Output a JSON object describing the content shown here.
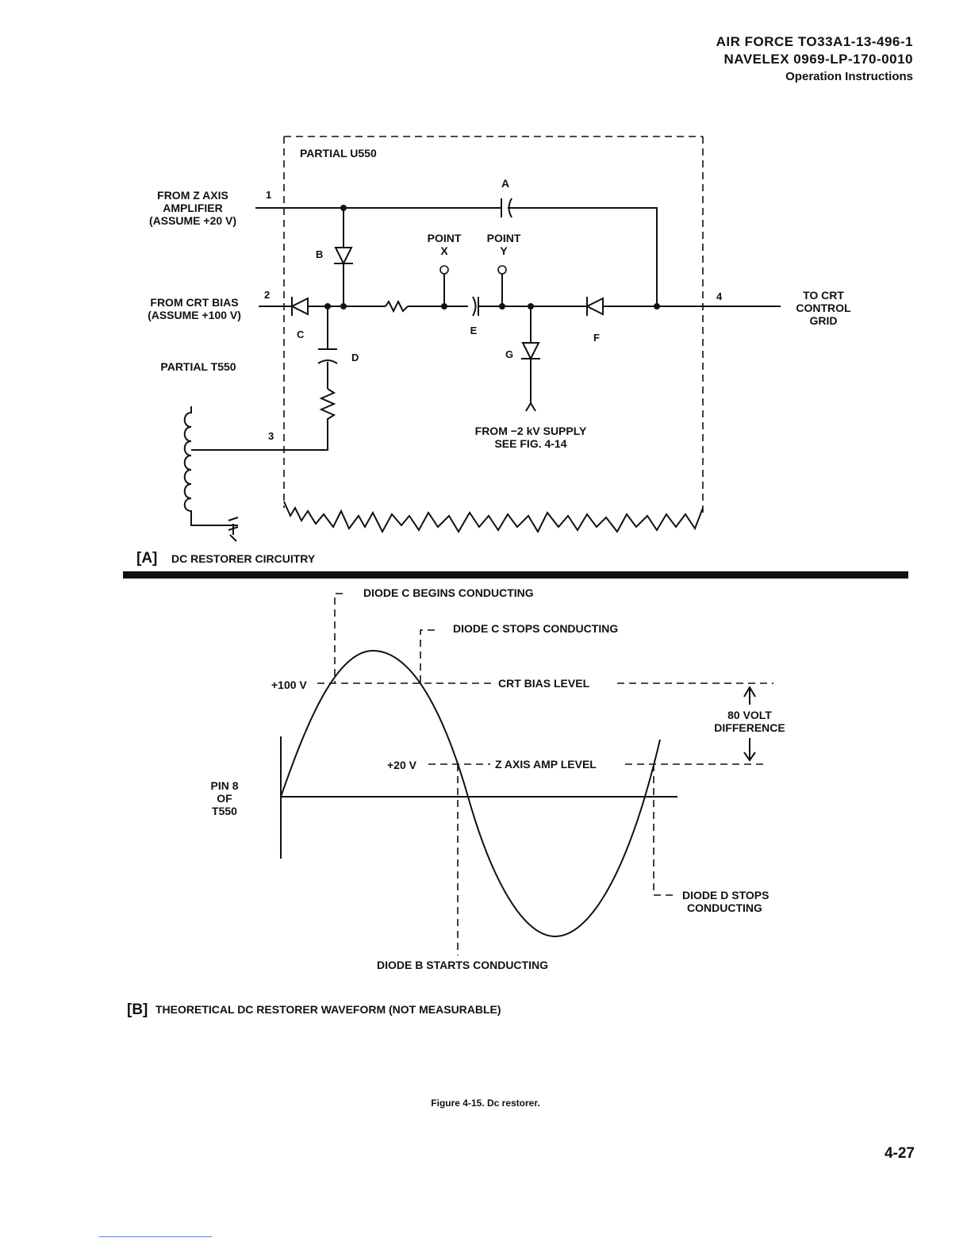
{
  "header": {
    "line1": "AIR FORCE  TO33A1-13-496-1",
    "line2": "NAVELEX  0969-LP-170-0010",
    "line3": "Operation Instructions"
  },
  "panel_a": {
    "box_label": "PARTIAL U550",
    "input1": [
      "FROM Z AXIS",
      "AMPLIFIER",
      "(ASSUME +20 V)"
    ],
    "input2": [
      "FROM CRT BIAS",
      "(ASSUME +100 V)"
    ],
    "transformer_label": "PARTIAL T550",
    "output": [
      "TO CRT",
      "CONTROL",
      "GRID"
    ],
    "supply": [
      "FROM −2 kV SUPPLY",
      "SEE FIG. 4-14"
    ],
    "pins": [
      "1",
      "2",
      "3",
      "4"
    ],
    "components": {
      "a": "A",
      "b": "B",
      "c": "C",
      "d": "D",
      "e": "E",
      "f": "F",
      "g": "G"
    },
    "point_x": [
      "POINT",
      "X"
    ],
    "point_y": [
      "POINT",
      "Y"
    ],
    "caption_tag": "[A]",
    "caption": "DC RESTORER CIRCUITRY"
  },
  "panel_b": {
    "diode_c_begins": "DIODE C BEGINS CONDUCTING",
    "diode_c_stops": "DIODE C STOPS CONDUCTING",
    "v100": "+100 V",
    "crt_bias_level": "CRT BIAS LEVEL",
    "difference": [
      "80 VOLT",
      "DIFFERENCE"
    ],
    "v20": "+20 V",
    "z_axis_level": "Z AXIS AMP LEVEL",
    "pin_label": [
      "PIN 8",
      "OF",
      "T550"
    ],
    "diode_d_stops": [
      "DIODE D STOPS",
      "CONDUCTING"
    ],
    "diode_b_starts": "DIODE B STARTS CONDUCTING",
    "caption_tag": "[B]",
    "caption": "THEORETICAL DC RESTORER WAVEFORM (NOT MEASURABLE)"
  },
  "figure_caption": "Figure 4-15. Dc restorer.",
  "page_number": "4-27"
}
